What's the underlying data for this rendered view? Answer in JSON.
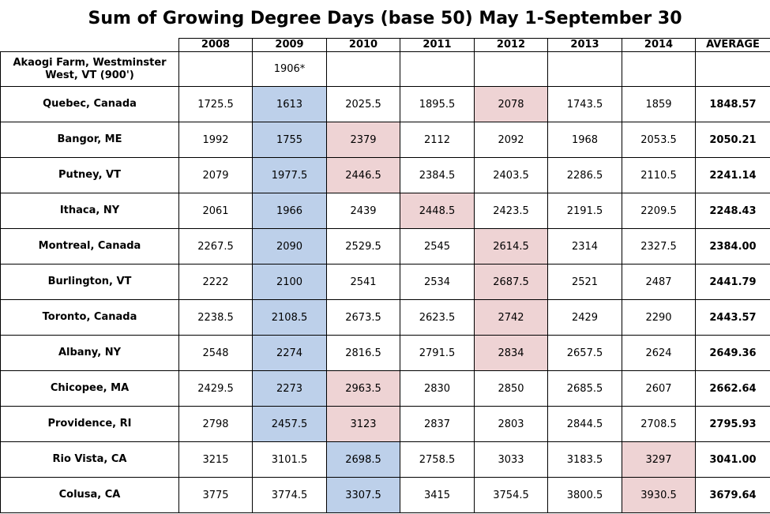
{
  "title": "Sum of Growing Degree Days (base 50) May 1-September 30",
  "table": {
    "header": [
      "",
      "2008",
      "2009",
      "2010",
      "2011",
      "2012",
      "2013",
      "2014",
      "AVERAGE"
    ],
    "rows": [
      {
        "location": "Akaogi Farm, Westminster West, VT (900')",
        "values": [
          "",
          "1906*",
          "",
          "",
          "",
          "",
          ""
        ],
        "average": "",
        "low_index": -1,
        "high_index": -1
      },
      {
        "location": "Quebec, Canada",
        "values": [
          "1725.5",
          "1613",
          "2025.5",
          "1895.5",
          "2078",
          "1743.5",
          "1859"
        ],
        "average": "1848.57",
        "low_index": 1,
        "high_index": 4
      },
      {
        "location": "Bangor, ME",
        "values": [
          "1992",
          "1755",
          "2379",
          "2112",
          "2092",
          "1968",
          "2053.5"
        ],
        "average": "2050.21",
        "low_index": 1,
        "high_index": 2
      },
      {
        "location": "Putney, VT",
        "values": [
          "2079",
          "1977.5",
          "2446.5",
          "2384.5",
          "2403.5",
          "2286.5",
          "2110.5"
        ],
        "average": "2241.14",
        "low_index": 1,
        "high_index": 2
      },
      {
        "location": "Ithaca, NY",
        "values": [
          "2061",
          "1966",
          "2439",
          "2448.5",
          "2423.5",
          "2191.5",
          "2209.5"
        ],
        "average": "2248.43",
        "low_index": 1,
        "high_index": 3
      },
      {
        "location": "Montreal, Canada",
        "values": [
          "2267.5",
          "2090",
          "2529.5",
          "2545",
          "2614.5",
          "2314",
          "2327.5"
        ],
        "average": "2384.00",
        "low_index": 1,
        "high_index": 4
      },
      {
        "location": "Burlington, VT",
        "values": [
          "2222",
          "2100",
          "2541",
          "2534",
          "2687.5",
          "2521",
          "2487"
        ],
        "average": "2441.79",
        "low_index": 1,
        "high_index": 4
      },
      {
        "location": "Toronto, Canada",
        "values": [
          "2238.5",
          "2108.5",
          "2673.5",
          "2623.5",
          "2742",
          "2429",
          "2290"
        ],
        "average": "2443.57",
        "low_index": 1,
        "high_index": 4
      },
      {
        "location": "Albany, NY",
        "values": [
          "2548",
          "2274",
          "2816.5",
          "2791.5",
          "2834",
          "2657.5",
          "2624"
        ],
        "average": "2649.36",
        "low_index": 1,
        "high_index": 4
      },
      {
        "location": "Chicopee, MA",
        "values": [
          "2429.5",
          "2273",
          "2963.5",
          "2830",
          "2850",
          "2685.5",
          "2607"
        ],
        "average": "2662.64",
        "low_index": 1,
        "high_index": 2
      },
      {
        "location": "Providence, RI",
        "values": [
          "2798",
          "2457.5",
          "3123",
          "2837",
          "2803",
          "2844.5",
          "2708.5"
        ],
        "average": "2795.93",
        "low_index": 1,
        "high_index": 2
      },
      {
        "location": "Rio Vista, CA",
        "values": [
          "3215",
          "3101.5",
          "2698.5",
          "2758.5",
          "3033",
          "3183.5",
          "3297"
        ],
        "average": "3041.00",
        "low_index": 2,
        "high_index": 6
      },
      {
        "location": "Colusa, CA",
        "values": [
          "3775",
          "3774.5",
          "3307.5",
          "3415",
          "3754.5",
          "3800.5",
          "3930.5"
        ],
        "average": "3679.64",
        "low_index": 2,
        "high_index": 6
      }
    ]
  },
  "colors": {
    "low_highlight": "#bdd0ea",
    "high_highlight": "#eed3d4"
  }
}
